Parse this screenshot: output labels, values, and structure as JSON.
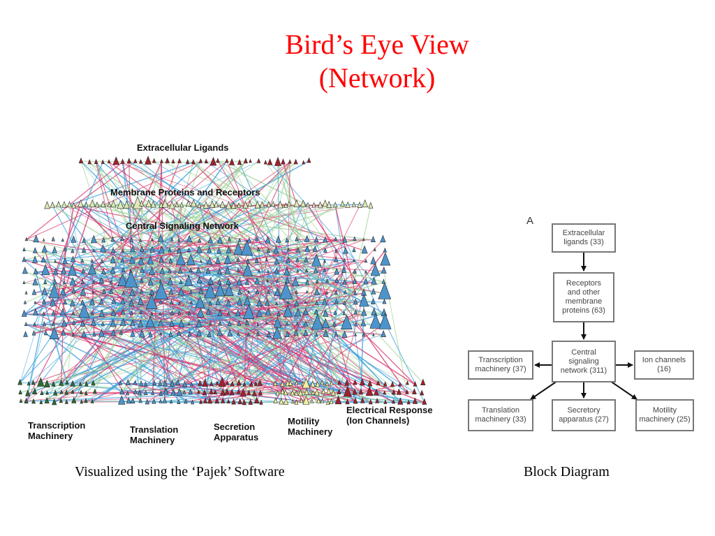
{
  "title": {
    "line1": "Bird’s Eye View",
    "line2": "(Network)"
  },
  "network_figure": {
    "labels": {
      "extracellular_ligands": "Extracellular Ligands",
      "membrane_proteins": "Membrane Proteins and Receptors",
      "central_signaling": "Central Signaling Network",
      "transcription": "Transcription\nMachinery",
      "translation": "Translation\nMachinery",
      "secretion": "Secretion\nApparatus",
      "motility": "Motility\nMachinery",
      "electrical": "Electrical Response\n(Ion Channels)"
    },
    "colors": {
      "ligand_node": "#a4202c",
      "membrane_node": "#dfe9b8",
      "central_node": "#4d94cc",
      "transcription_node": "#2f6b2f",
      "secretion_node": "#a4202c",
      "motility_node": "#f2f0a0",
      "edge_red": "#d8336a",
      "edge_blue": "#3aa0dc",
      "edge_green": "#9fd39a"
    }
  },
  "captions": {
    "left": "Visualized using the ‘Pajek’ Software",
    "right": "Block Diagram"
  },
  "block_diagram": {
    "panel_letter": "A",
    "boxes": {
      "extracellular": "Extracellular\nligands  (33)",
      "receptors": "Receptors\nand other\nmembrane\nproteins (63)",
      "central": "Central\nsignaling\nnetwork  (311)",
      "transcription": "Transcription\nmachinery (37)",
      "ion": "Ion channels\n(16)",
      "translation": "Translation\nmachinery (33)",
      "secretory": "Secretory\napparatus (27)",
      "motility": "Motility\nmachinery (25)"
    }
  }
}
